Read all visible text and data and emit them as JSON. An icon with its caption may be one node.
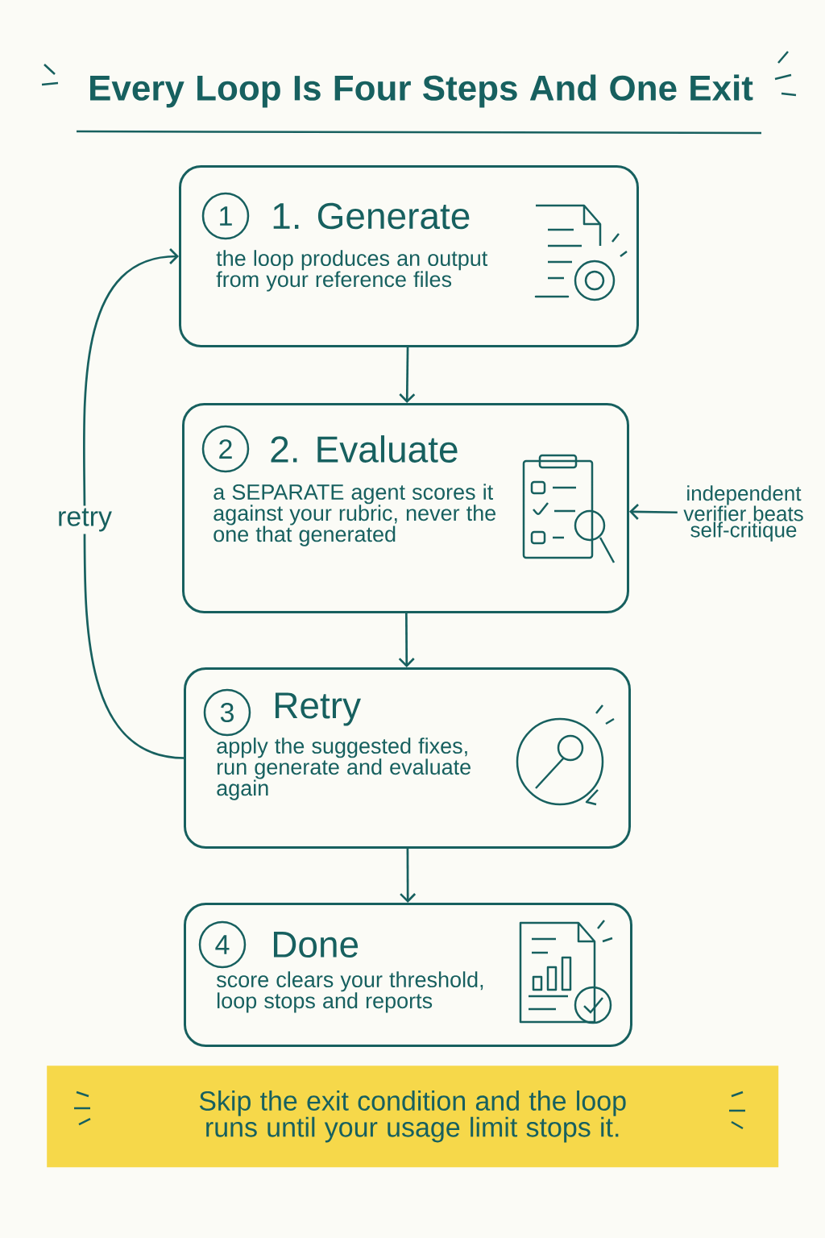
{
  "diagram": {
    "title": "Every Loop Is Four Steps And One Exit",
    "nodes": [
      {
        "text": [
          "1. Generate",
          "the loop produces an output from your reference files"
        ]
      },
      {
        "text": [
          "1"
        ],
        "in": 0
      },
      {
        "text": [
          "2. Evaluate",
          "a SEPARATE agent scores it against your rubric, never the one that generated"
        ]
      },
      {
        "text": [
          "2"
        ],
        "in": 2
      },
      {
        "text": [
          "Retry",
          "apply the suggested fixes, run generate and evaluate again"
        ]
      },
      {
        "text": [
          "3"
        ],
        "in": 4
      },
      {
        "text": [
          "Done",
          "score clears your threshold, loop stops and reports"
        ]
      },
      {
        "text": [
          "4"
        ],
        "in": 6
      },
      {
        "text": [
          "independent verifier beats self-critique"
        ]
      },
      {
        "text": [
          "Skip the exit condition and the loop runs until your usage limit stops it."
        ]
      }
    ],
    "edges": [
      {
        "from": 0,
        "to": 2,
        "arrow": "to"
      },
      {
        "from": 2,
        "to": 4,
        "arrow": "to"
      },
      {
        "from": 4,
        "to": 6,
        "arrow": "to"
      },
      {
        "from": 8,
        "to": 2,
        "arrow": "to"
      },
      {
        "from": 4,
        "to": 0,
        "arrow": "to",
        "label": "retry"
      }
    ]
  }
}
